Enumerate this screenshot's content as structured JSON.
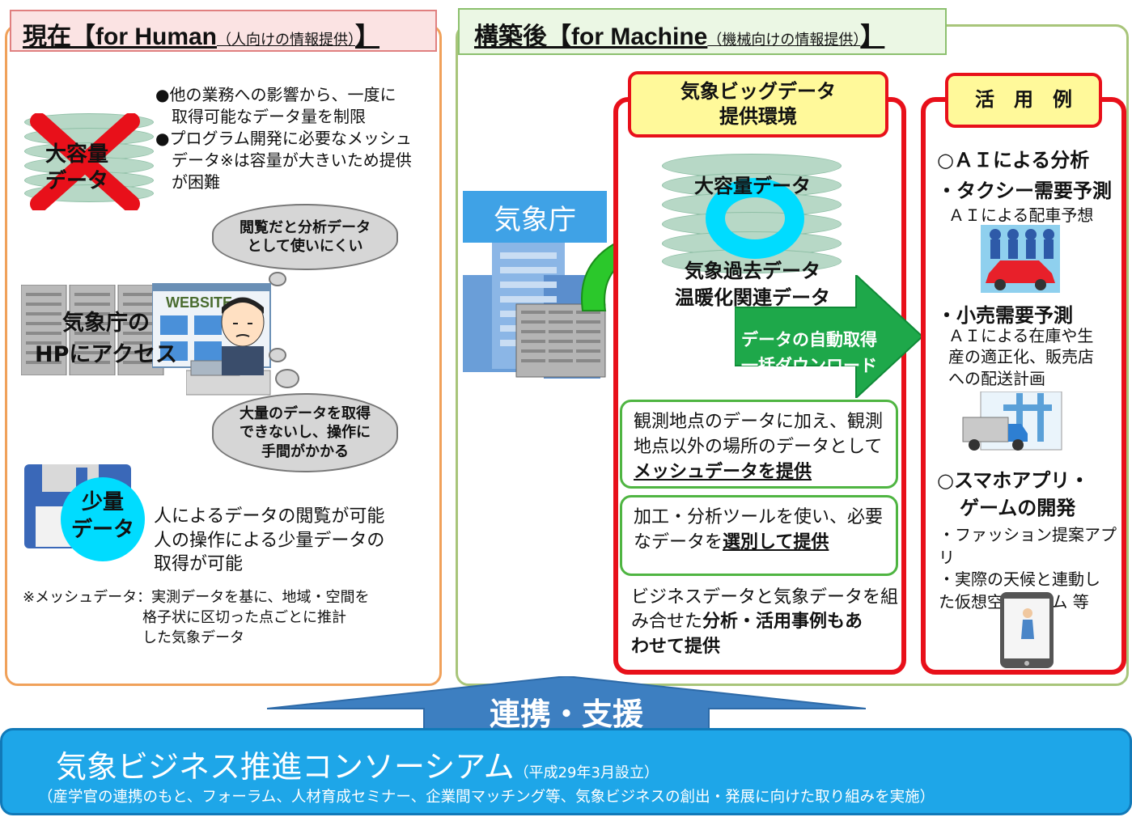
{
  "left": {
    "header_main": "現在【for Human",
    "header_sub": "（人向けの情報提供）",
    "header_end": "】",
    "bullet1_line1": "●他の業務への影響から、一度に",
    "bullet1_line2": "取得可能なデータ量を制限",
    "bullet2_line1": "●プログラム開発に必要なメッシュ",
    "bullet2_line2": "データ※は容量が大きいため提供",
    "bullet2_line3": "が困難",
    "big_data_line1": "大容量",
    "big_data_line2": "データ",
    "cloud1_line1": "閲覧だと分析データ",
    "cloud1_line2": "として使いにくい",
    "website_label": "WEBSITE",
    "hp_line1": "気象庁の",
    "hp_line2": "HPにアクセス",
    "cloud2_line1": "大量のデータを取得",
    "cloud2_line2": "できないし、操作に",
    "cloud2_line3": "手間がかかる",
    "small_data_line1": "少量",
    "small_data_line2": "データ",
    "small_desc_line1": "人によるデータの閲覧が可能",
    "small_desc_line2": "人の操作による少量データの",
    "small_desc_line3": "取得が可能",
    "note_label": "※メッシュデータ：",
    "note_line1": "実測データを基に、地域・空間を",
    "note_line2": "格子状に区切った点ごとに推計",
    "note_line3": "した気象データ"
  },
  "right": {
    "header_main": "構築後【for Machine",
    "header_sub": "（機械向けの情報提供）",
    "header_end": "】",
    "jma_label": "気象庁",
    "env_title_line1": "気象ビッグデータ",
    "env_title_line2": "提供環境",
    "big_data": "大容量データ",
    "past_data": "気象過去データ",
    "warming_data": "温暖化関連データ",
    "arrow_line1": "データの自動取得",
    "arrow_line2": "一括ダウンロード",
    "box1_line1": "観測地点のデータに加え、観測",
    "box1_line2": "地点以外の場所のデータとして",
    "box1_line3": "メッシュデータを提供",
    "box2_line1": "加工・分析ツールを使い、必要",
    "box2_pre": "なデータを",
    "box2_bold": "選別して提供",
    "biz_line1": "ビジネスデータと気象データを組",
    "biz_pre": "み合せた",
    "biz_bold": "分析・活用事例もあ",
    "biz_line3": "わせて提供",
    "usage_title": "活　用　例",
    "ai_heading": "○ＡＩによる分析",
    "taxi_heading": "・タクシー需要予測",
    "taxi_desc": "ＡＩによる配車予想",
    "retail_heading": "・小売需要予測",
    "retail_desc1": "ＡＩによる在庫や生",
    "retail_desc2": "産の適正化、販売店",
    "retail_desc3": "への配送計画",
    "app_heading1": "○スマホアプリ・",
    "app_heading2": "ゲームの開発",
    "app_desc1": "・ファッション提案アプリ",
    "app_desc2": "・実際の天候と連動し",
    "app_desc3": "た仮想空間ゲーム 等"
  },
  "bottom": {
    "arrow_label": "連携・支援",
    "title": "気象ビジネス推進コンソーシアム",
    "date": "（平成29年3月設立）",
    "desc": "（産学官の連携のもと、フォーラム、人材育成セミナー、企業間マッチング等、気象ビジネスの創出・発展に向けた取り組みを実施）"
  },
  "colors": {
    "left_border": "#f0a15a",
    "right_border": "#a8c57a",
    "red_box": "#e8101a",
    "yellow_title": "#fff99a",
    "green_arrow": "#1ea84a",
    "bottom_bar": "#1ea6e8",
    "jma_box": "#3fa2e6"
  },
  "icons": [
    "stacked-disk-icon",
    "red-x-icon",
    "server-icon",
    "website-icon",
    "worried-man-icon",
    "thought-cloud-icon",
    "floppy-disk-icon",
    "building-icon",
    "green-arrow-icon",
    "taxi-icon",
    "delivery-truck-icon",
    "smartphone-icon",
    "up-arrow-icon"
  ]
}
